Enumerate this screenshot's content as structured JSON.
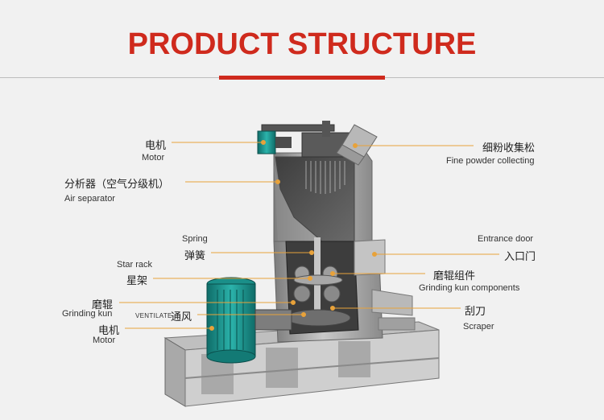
{
  "header": {
    "title": "PRODUCT STRUCTURE"
  },
  "labels": {
    "motor_top_zh": "电机",
    "motor_top_en": "Motor",
    "air_separator_zh": "分析器（空气分级机）",
    "air_separator_en": "Air separator",
    "spring_en": "Spring",
    "spring_zh": "弹簧",
    "star_rack_en": "Star rack",
    "star_rack_zh": "星架",
    "grinding_kun_zh": "磨辊",
    "grinding_kun_en": "Grinding kun",
    "ventilate_en": "VENTILATE",
    "ventilate_zh": "通风",
    "motor_bottom_zh": "电机",
    "motor_bottom_en": "Motor",
    "fine_powder_zh": "细粉收集松",
    "fine_powder_en": "Fine powder collecting",
    "entrance_en": "Entrance door",
    "entrance_zh": "入口门",
    "grinding_components_zh": "磨辊组件",
    "grinding_components_en": "Grinding kun components",
    "scraper_zh": "刮刀",
    "scraper_en": "Scraper"
  },
  "colors": {
    "title": "#cf2a1d",
    "leader_line": "#e8a23a",
    "machine_body": "#9a9a9a",
    "motor": "#1d8f8a"
  }
}
